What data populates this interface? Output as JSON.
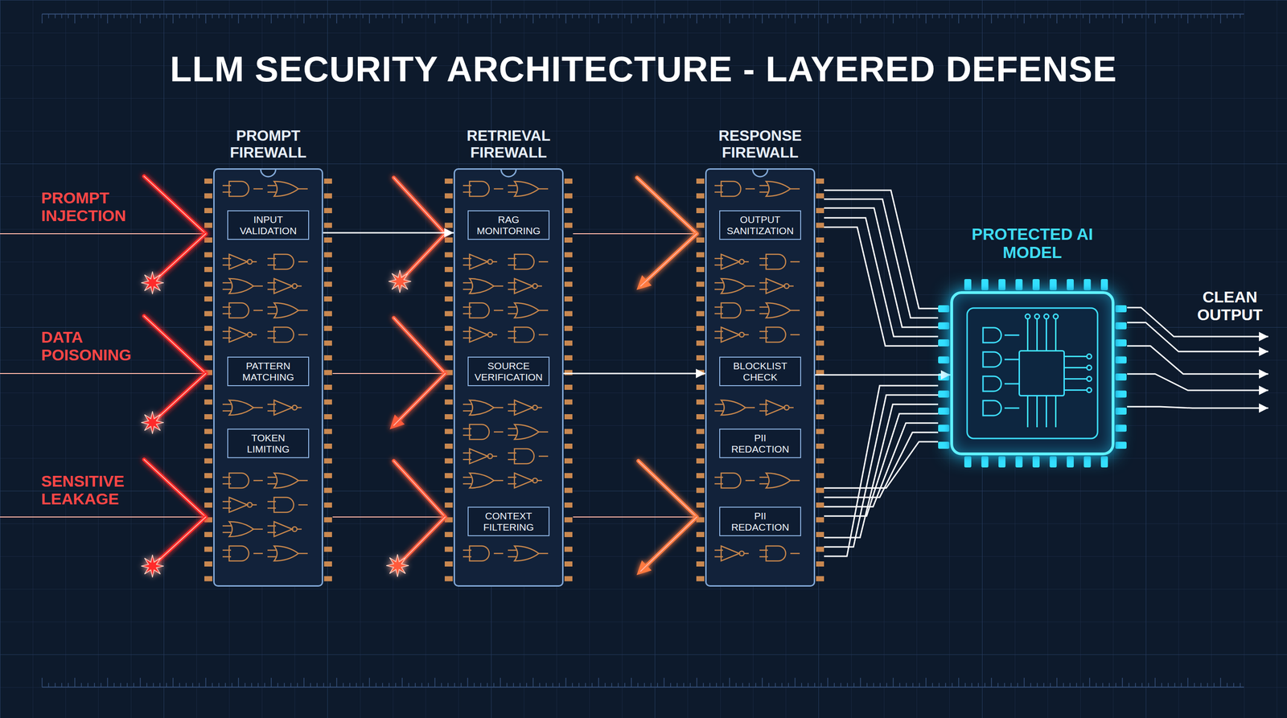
{
  "diagram": {
    "title": "LLM SECURITY ARCHITECTURE - LAYERED DEFENSE",
    "nodes": [
      {
        "text": [
          "PROMPT FIREWALL"
        ]
      },
      {
        "text": [
          "INPUT VALIDATION"
        ],
        "in": 0
      },
      {
        "text": [
          "PATTERN MATCHING"
        ],
        "in": 0
      },
      {
        "text": [
          "TOKEN LIMITING"
        ],
        "in": 0
      },
      {
        "text": [
          "RETRIEVAL FIREWALL"
        ]
      },
      {
        "text": [
          "RAG MONITORING"
        ],
        "in": 4
      },
      {
        "text": [
          "SOURCE VERIFICATION"
        ],
        "in": 4
      },
      {
        "text": [
          "CONTEXT FILTERING"
        ],
        "in": 4
      },
      {
        "text": [
          "RESPONSE FIREWALL"
        ]
      },
      {
        "text": [
          "OUTPUT SANITIZATION"
        ],
        "in": 8
      },
      {
        "text": [
          "BLOCKLIST CHECK"
        ],
        "in": 8
      },
      {
        "text": [
          "PII REDACTION"
        ],
        "in": 8
      },
      {
        "text": [
          "PII REDACTION"
        ],
        "in": 8
      },
      {
        "text": [
          "PROTECTED AI MODEL"
        ]
      }
    ],
    "edges": [
      {
        "from": 0,
        "to": 4,
        "arrow": "to"
      },
      {
        "from": 4,
        "to": 8,
        "arrow": "to"
      },
      {
        "from": 8,
        "to": 13,
        "arrow": "to"
      }
    ],
    "labels": [
      "PROMPT INJECTION",
      "DATA POISONING",
      "SENSITIVE LEAKAGE",
      "CLEAN OUTPUT"
    ]
  }
}
